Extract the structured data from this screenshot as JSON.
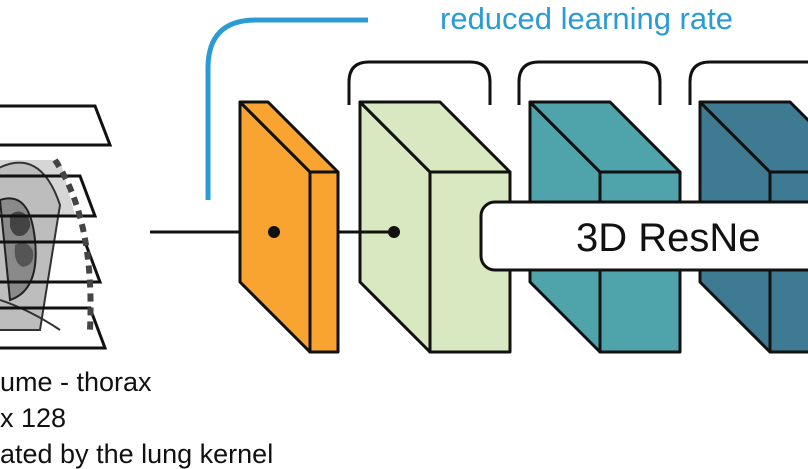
{
  "annotation": {
    "text": "reduced learning rate",
    "color": "#2b9bd6"
  },
  "label": {
    "text": "3D ResNe"
  },
  "caption": {
    "line1": "ume - thorax",
    "line2": " x 128",
    "line3": "ated by the lung kernel"
  },
  "colors": {
    "input_block": "#f9a431",
    "block1": "#d8e8c0",
    "block2": "#4fa3aa",
    "block3": "#3e7a91"
  }
}
